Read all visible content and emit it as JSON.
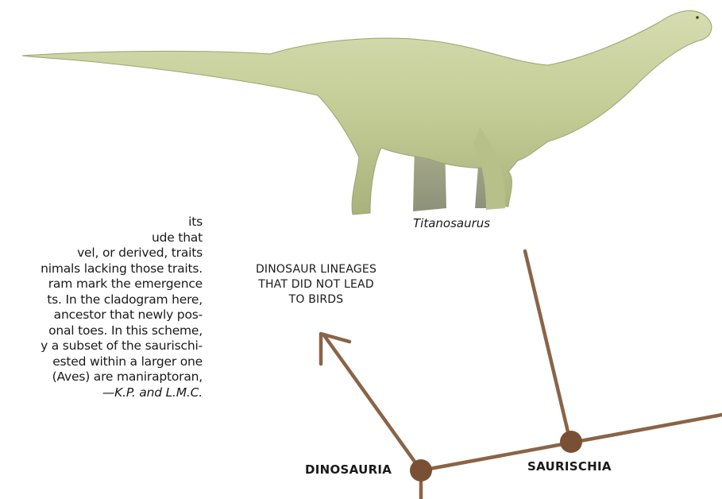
{
  "body_text": {
    "lines": [
      "its",
      "ude that",
      "vel, or derived, traits",
      "nimals lacking those traits.",
      "ram mark the emergence",
      "ts. In the cladogram here,",
      "ancestor that newly pos-",
      "onal toes. In this scheme,",
      "y a subset of the saurischi-",
      "ested within a larger one",
      "(Aves) are maniraptoran,"
    ],
    "credit": "—K.P. and L.M.C."
  },
  "illustration": {
    "name": "Titanosaurus",
    "caption": "Titanosaurus"
  },
  "cladogram": {
    "branch_color": "#8a6447",
    "node_color": "#7a5035",
    "lineage_label": "DINOSAUR LINEAGES THAT DID NOT LEAD TO BIRDS",
    "lineage_lines": [
      "DINOSAUR LINEAGES",
      "THAT DID NOT LEAD",
      "TO BIRDS"
    ],
    "nodes": [
      {
        "label": "DINOSAURIA"
      },
      {
        "label": "SAURISCHIA"
      }
    ]
  }
}
